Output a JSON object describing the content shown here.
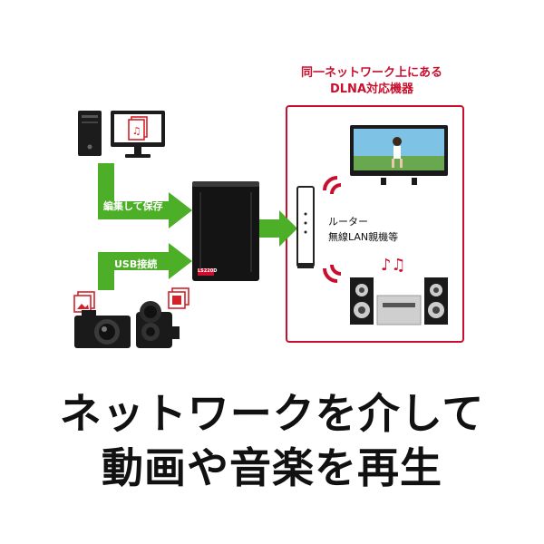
{
  "dlna": {
    "caption_line1": "同一ネットワーク上にある",
    "caption_line2": "DLNA対応機器",
    "accent_color": "#c8102e"
  },
  "arrows": {
    "save_label": "編集して保存",
    "usb_label": "USB接続",
    "arrow_color": "#4caf27"
  },
  "nas": {
    "badge_text": "LS220D"
  },
  "router": {
    "label_line1": "ルーター",
    "label_line2": "無線LAN親機等"
  },
  "headline": {
    "line1": "ネットワークを介して",
    "line2": "動画や音楽を再生"
  },
  "icons": [
    "pc-tower-icon",
    "monitor-icon",
    "music-file-icon",
    "photo-file-icon",
    "camera-icon",
    "video-camera-icon",
    "nas-icon",
    "router-icon",
    "wifi-signal-icon",
    "tv-icon",
    "stereo-icon",
    "music-notes-icon"
  ]
}
